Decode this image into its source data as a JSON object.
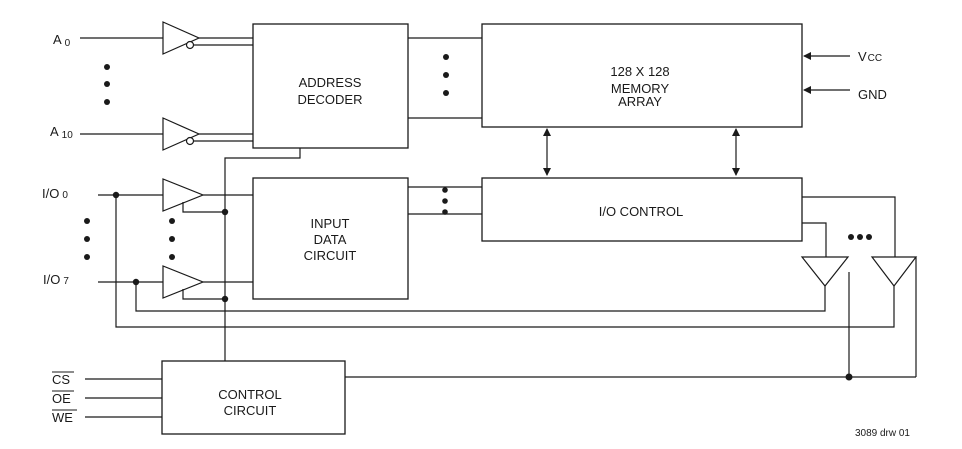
{
  "blocks": {
    "address_decoder": [
      "ADDRESS",
      "DECODER"
    ],
    "memory_array": [
      "128 X 128",
      "MEMORY",
      "ARRAY"
    ],
    "io_control": [
      "I/O CONTROL"
    ],
    "input_data_circuit": [
      "INPUT",
      "DATA",
      "CIRCUIT"
    ],
    "control_circuit": [
      "CONTROL",
      "CIRCUIT"
    ]
  },
  "address_pins": {
    "first": {
      "name": "A",
      "sub": "0"
    },
    "last": {
      "name": "A",
      "sub": "10"
    }
  },
  "io_pins": {
    "first": {
      "name": "I/O",
      "sub": "0"
    },
    "last": {
      "name": "I/O",
      "sub": "7"
    }
  },
  "power_pins": {
    "vcc": {
      "name": "V",
      "sub": "CC"
    },
    "gnd": "GND"
  },
  "control_pins": [
    "CS",
    "OE",
    "WE"
  ],
  "drawing_number": "3089 drw 01"
}
